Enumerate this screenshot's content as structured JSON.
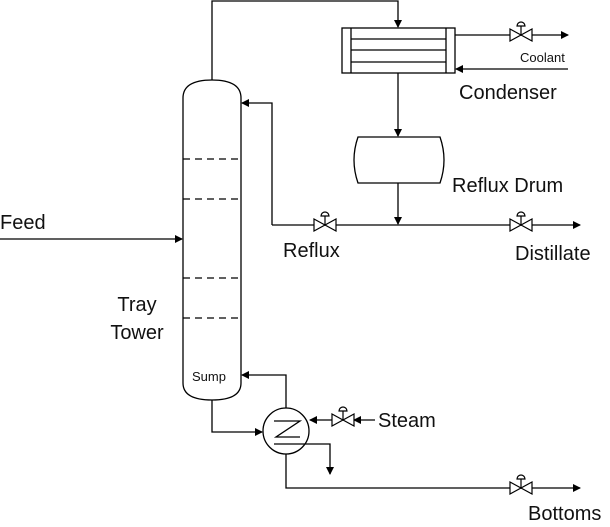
{
  "labels": {
    "feed": "Feed",
    "coolant": "Coolant",
    "condenser": "Condenser",
    "reflux_drum": "Reflux Drum",
    "reflux": "Reflux",
    "distillate": "Distillate",
    "tower_line1": "Tray",
    "tower_line2": "Tower",
    "sump": "Sump",
    "steam": "Steam",
    "bottoms": "Bottoms"
  },
  "colors": {
    "line": "#000000",
    "background": "#ffffff"
  }
}
